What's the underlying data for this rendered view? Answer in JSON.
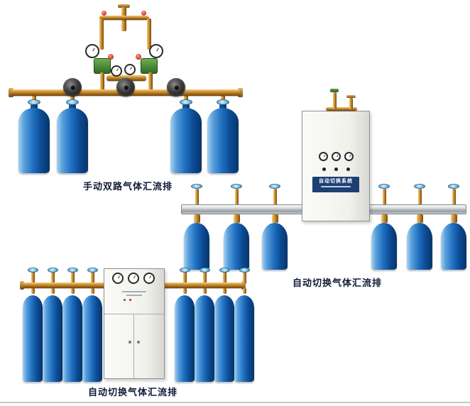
{
  "page": {
    "background": "#ffffff"
  },
  "captions": {
    "manual": "手动双路气体汇流排",
    "auto_wall": "自动切换气体汇流排",
    "auto_floor": "自动切换气体汇流排"
  },
  "cabinet": {
    "label": "自动切换系统"
  },
  "colors": {
    "cylinder_blue": "#1767b8",
    "cylinder_blue_dark": "#083566",
    "brass": "#c08a2e",
    "silver_rail": "#c9ced2",
    "valve_cap_blue": "#8cc6e4",
    "regulator_green": "#4a8a3a",
    "nameplate_navy": "#1c3f74",
    "caption_text": "#101a38"
  }
}
